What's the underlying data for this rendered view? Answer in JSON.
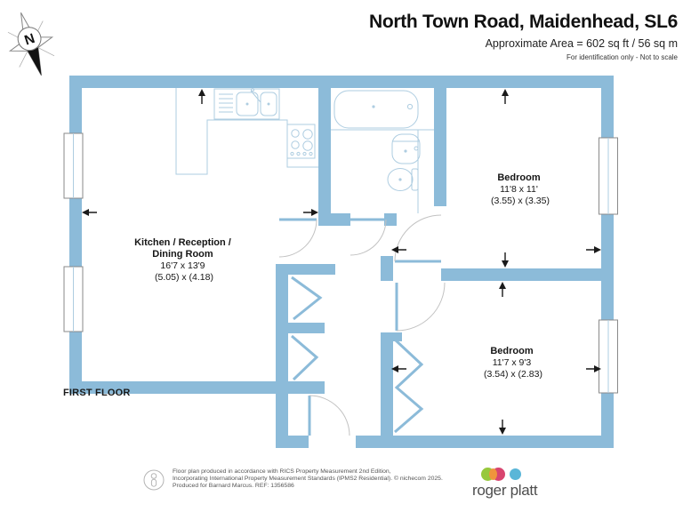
{
  "header": {
    "title": "North Town Road, Maidenhead, SL6",
    "area": "Approximate Area = 602 sq ft / 56 sq m",
    "disclaimer": "For identification only - Not to scale"
  },
  "floor_label": "FIRST FLOOR",
  "compass": {
    "letter": "N"
  },
  "rooms": [
    {
      "id": "kitchen-reception-dining",
      "name_line1": "Kitchen / Reception /",
      "name_line2": "Dining Room",
      "dims_imperial": "16'7 x 13'9",
      "dims_metric": "(5.05) x (4.18)"
    },
    {
      "id": "bedroom-1",
      "name_line1": "Bedroom",
      "dims_imperial": "11'8 x 11'",
      "dims_metric": "(3.55) x (3.35)"
    },
    {
      "id": "bedroom-2",
      "name_line1": "Bedroom",
      "dims_imperial": "11'7 x 9'3",
      "dims_metric": "(3.54) x (2.83)"
    }
  ],
  "footer": {
    "line1": "Floor plan produced in accordance with RICS Property Measurement 2nd Edition,",
    "line2": "Incorporating International Property Measurement Standards (IPMS2 Residential).  © nichecom 2025.",
    "line3": "Produced for Barnard Marcus.   REF: 1356586",
    "logo_text": "roger platt"
  },
  "colors": {
    "wall": "#8cbbd9",
    "fixture": "#aecde1",
    "door": "#c2c2c2",
    "window_frame": "#8a8a8a",
    "arrow": "#1a1a1a",
    "logo_green": "#97c83c",
    "logo_pink": "#d8456f",
    "logo_orange": "#f0953c",
    "logo_blue": "#5ab6d8",
    "logo_text": "#4d4d4d"
  }
}
